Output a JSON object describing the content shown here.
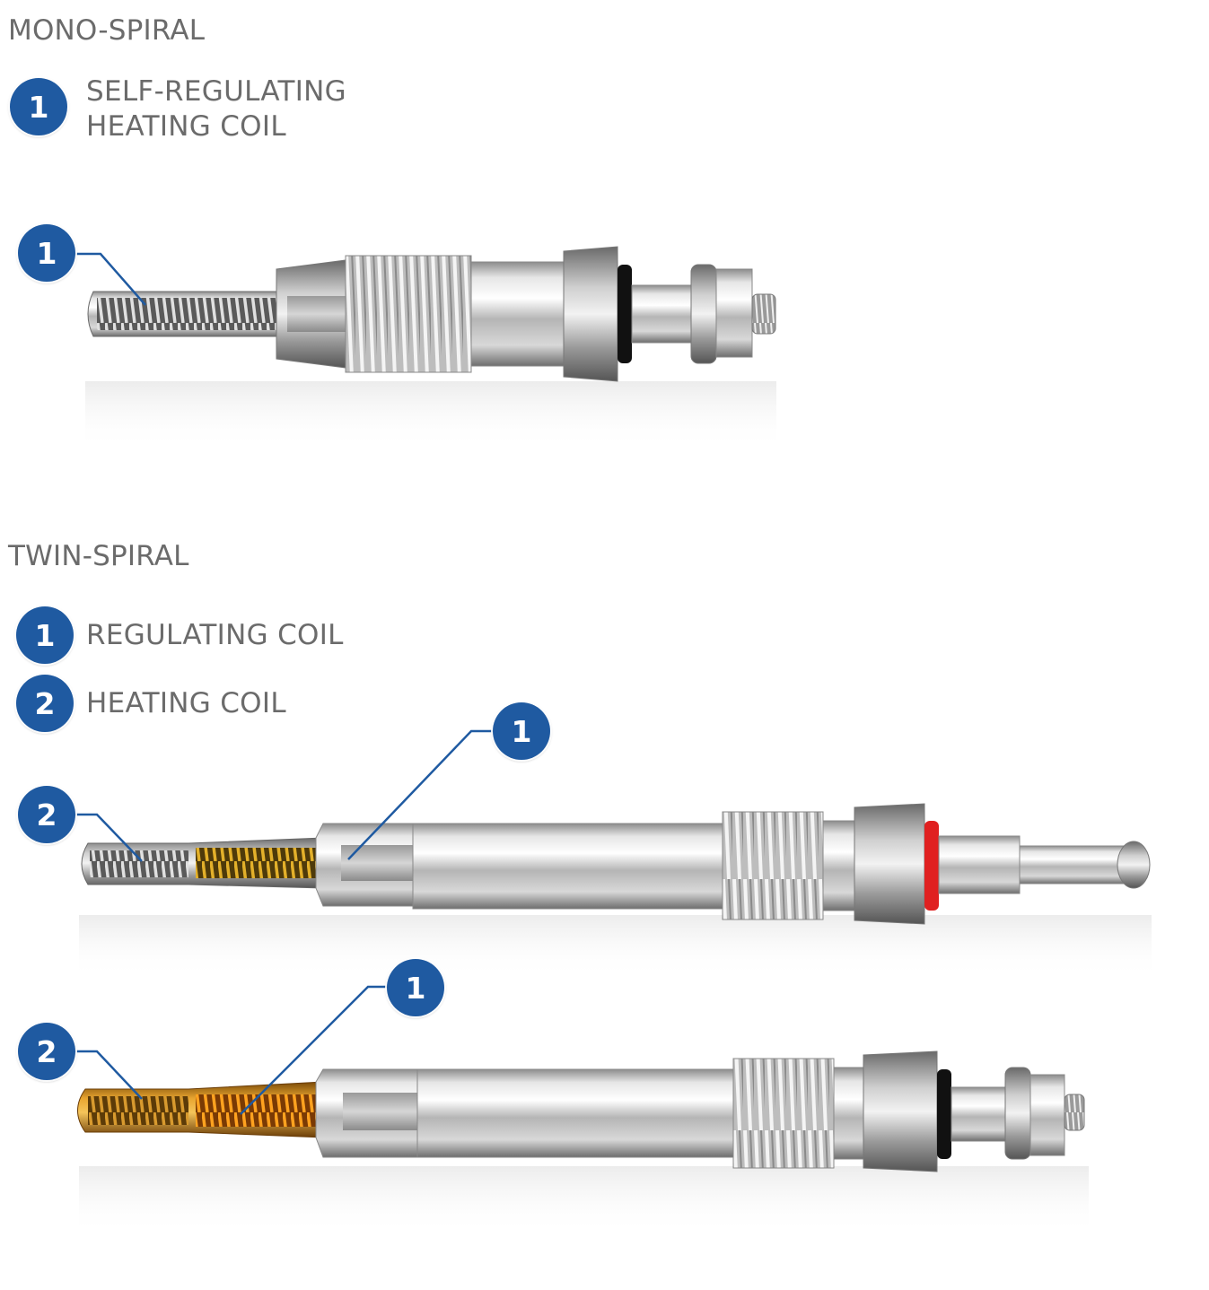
{
  "mono": {
    "heading": "MONO-SPIRAL",
    "legend": [
      {
        "num": "1",
        "label_line1": "SELF-REGULATING",
        "label_line2": "HEATING COIL"
      }
    ],
    "callouts": [
      "1"
    ]
  },
  "twin": {
    "heading": "TWIN-SPIRAL",
    "legend": [
      {
        "num": "1",
        "label": "REGULATING COIL"
      },
      {
        "num": "2",
        "label": "HEATING COIL"
      }
    ],
    "callouts_plug1": [
      "1",
      "2"
    ],
    "callouts_plug2": [
      "1",
      "2"
    ]
  },
  "colors": {
    "badge": "#1f5aa1",
    "text": "#6b6b6b",
    "leader": "#1f5aa1",
    "seal_black": "#111111",
    "seal_red": "#e02020",
    "coil_amber": "#d9a21a",
    "tip_glow": "#e0901a"
  }
}
